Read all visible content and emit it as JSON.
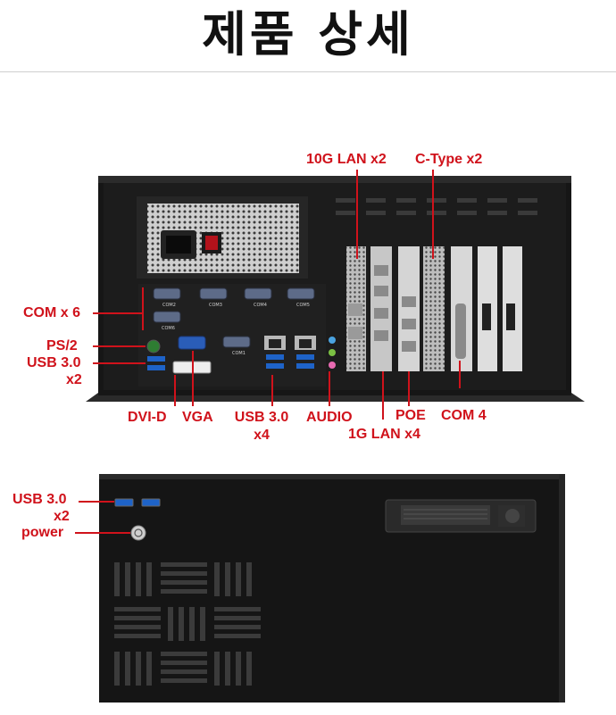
{
  "page": {
    "title": "제품 상세"
  },
  "rear_panel": {
    "labels": {
      "lan10g": "10G LAN x2",
      "ctype": "C-Type x2",
      "com6": "COM x 6",
      "ps2": "PS/2",
      "usb30_a": "USB 3.0",
      "usb30_b": "x2",
      "dvid": "DVI-D",
      "vga": "VGA",
      "usb4_a": "USB 3.0",
      "usb4_b": "x4",
      "audio": "AUDIO",
      "poe": "POE",
      "com4": "COM 4",
      "lan1g": "1G LAN x4"
    },
    "silkscreen": {
      "com2": "COM2",
      "com3": "COM3",
      "com4": "COM4",
      "com5": "COM5",
      "com6": "COM6",
      "com1": "COM1"
    }
  },
  "front_panel": {
    "labels": {
      "usb_a": "USB 3.0",
      "usb_b": "x2",
      "power": "power"
    }
  },
  "colors": {
    "label_red": "#d0121b",
    "chassis": "#141414"
  }
}
